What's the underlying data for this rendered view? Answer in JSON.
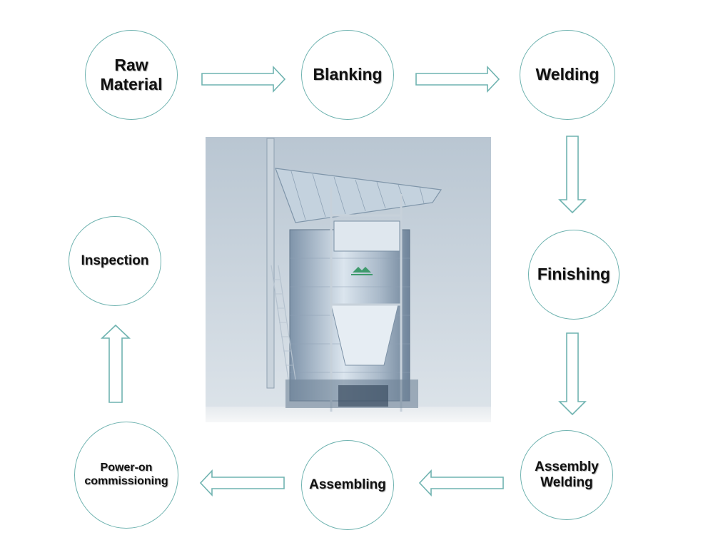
{
  "process": {
    "steps": [
      {
        "id": "raw-material",
        "label": "Raw\nMaterial"
      },
      {
        "id": "blanking",
        "label": "Blanking"
      },
      {
        "id": "welding",
        "label": "Welding"
      },
      {
        "id": "finishing",
        "label": "Finishing"
      },
      {
        "id": "assembly-welding",
        "label": "Assembly\nWelding"
      },
      {
        "id": "assembling",
        "label": "Assembling"
      },
      {
        "id": "power-on-commissioning",
        "label": "Power-on\ncommissioning"
      },
      {
        "id": "inspection",
        "label": "Inspection"
      }
    ]
  },
  "colors": {
    "outline": "#6fb3b0",
    "text": "#111111",
    "background": "#ffffff"
  },
  "photo": {
    "subject": "fermentation-tank-photo"
  }
}
